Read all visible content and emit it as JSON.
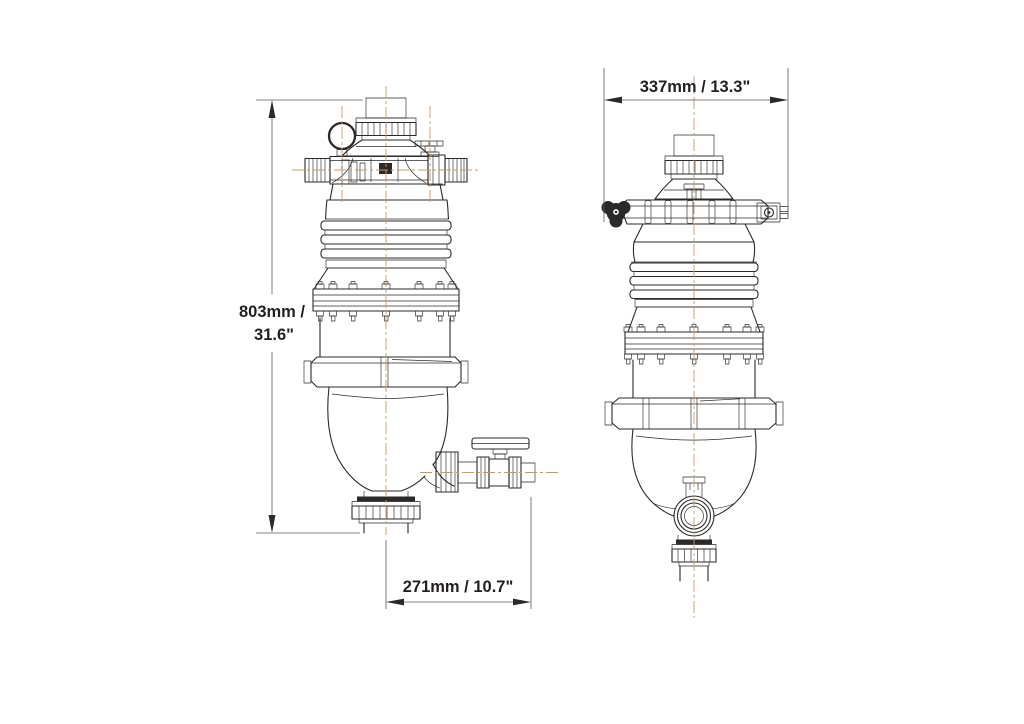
{
  "diagram": {
    "type": "technical-dimension-drawing",
    "views": {
      "side_view": "filter side elevation with pressure gauge and drain valve",
      "front_view": "filter front elevation with clamp knob"
    },
    "dimensions": {
      "height": {
        "line1": "803mm /",
        "line2": "31.6\""
      },
      "side_width": {
        "label": "271mm / 10.7\""
      },
      "front_width": {
        "label": "337mm / 13.3\""
      }
    },
    "colors": {
      "background": "#ffffff",
      "line": "#2b2a29",
      "centerline": "#c49a6c",
      "text": "#231f20",
      "dimension_line": "#5a5a5a"
    }
  }
}
